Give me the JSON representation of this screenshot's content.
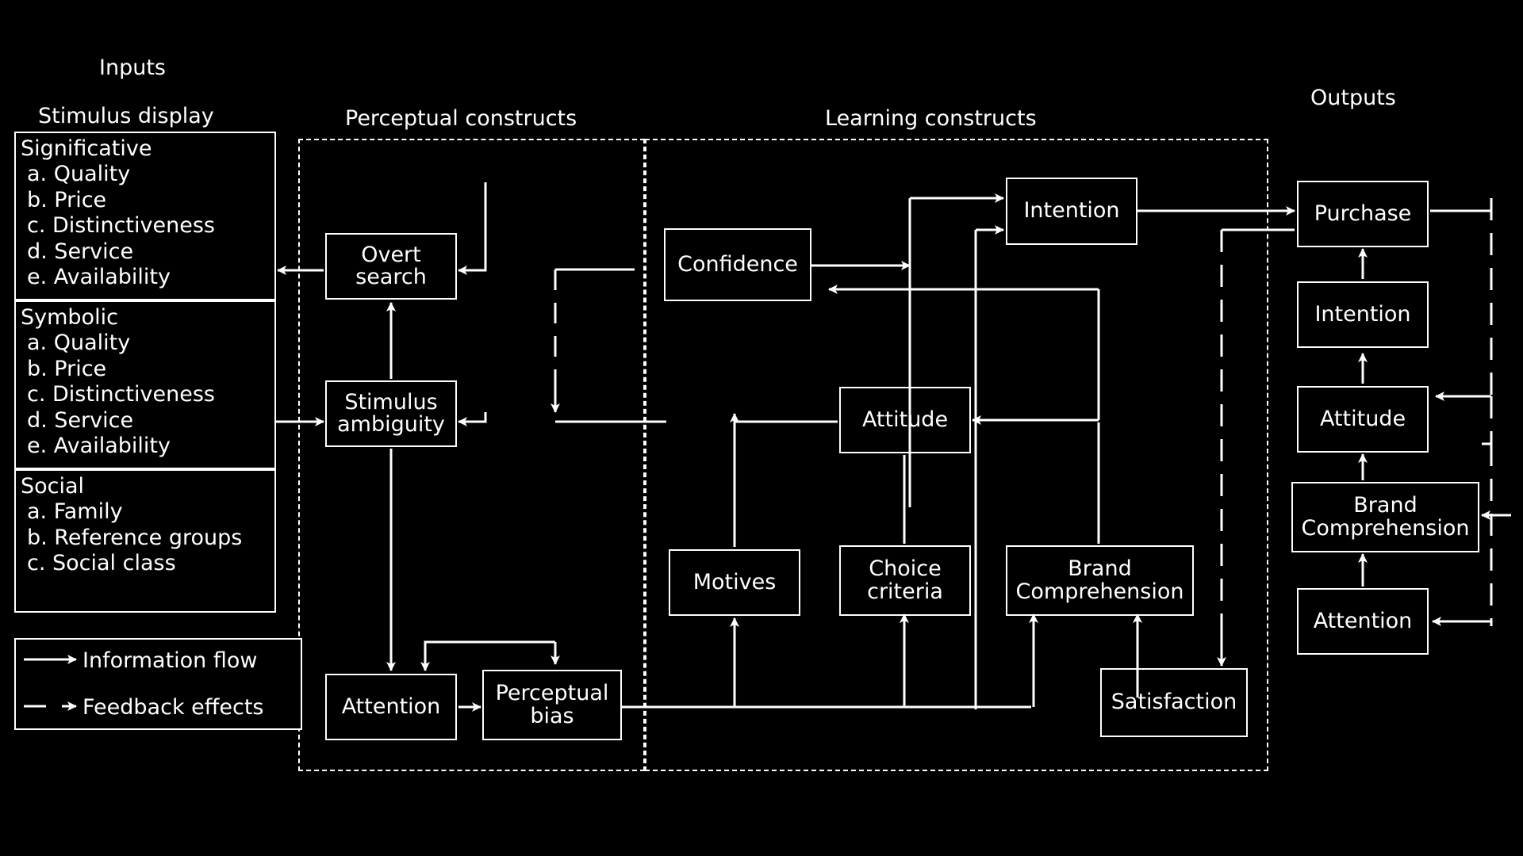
{
  "diagram": {
    "title_left": "Inputs",
    "title_right": "Outputs",
    "section_titles": {
      "stimulus_display": "Stimulus display",
      "perceptual": "Perceptual constructs",
      "learning": "Learning constructs"
    }
  },
  "inputs": {
    "groups": [
      {
        "heading": "Significative",
        "items": [
          "a. Quality",
          "b. Price",
          "c. Distinctiveness",
          "d. Service",
          "e. Availability"
        ]
      },
      {
        "heading": "Symbolic",
        "items": [
          "a. Quality",
          "b. Price",
          "c. Distinctiveness",
          "d. Service",
          "e. Availability"
        ]
      },
      {
        "heading": "Social",
        "items": [
          "a. Family",
          "b. Reference groups",
          "c. Social class"
        ]
      }
    ]
  },
  "legend": {
    "information_flow": "Information flow",
    "feedback_effects": "Feedback effects"
  },
  "perceptual_constructs": {
    "boxes": [
      {
        "id": "overt-search",
        "label": "Overt\nsearch"
      },
      {
        "id": "stimulus-ambiguity",
        "label": "Stimulus\nambiguity"
      },
      {
        "id": "attention",
        "label": "Attention"
      },
      {
        "id": "perceptual-bias",
        "label": "Perceptual\nbias"
      }
    ]
  },
  "learning_constructs": {
    "boxes": [
      {
        "id": "confidence",
        "label": "Confidence"
      },
      {
        "id": "intention",
        "label": "Intention"
      },
      {
        "id": "attitude",
        "label": "Attitude"
      },
      {
        "id": "motives",
        "label": "Motives"
      },
      {
        "id": "choice-criteria",
        "label": "Choice\ncriteria"
      },
      {
        "id": "brand-comprehension",
        "label": "Brand\nComprehension"
      },
      {
        "id": "satisfaction",
        "label": "Satisfaction"
      }
    ]
  },
  "outputs": {
    "boxes": [
      {
        "id": "purchase",
        "label": "Purchase"
      },
      {
        "id": "intention",
        "label": "Intention"
      },
      {
        "id": "attitude",
        "label": "Attitude"
      },
      {
        "id": "brand-comprehension",
        "label": "Brand\nComprehension"
      },
      {
        "id": "attention",
        "label": "Attention"
      }
    ]
  },
  "colors": {
    "background": "#000000",
    "foreground": "#ffffff"
  }
}
